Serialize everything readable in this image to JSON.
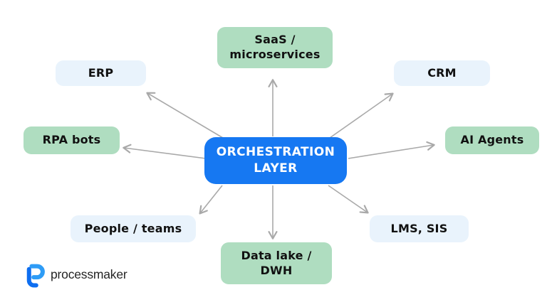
{
  "diagram": {
    "center_node": {
      "label": "ORCHESTRATION\nLAYER"
    },
    "nodes": {
      "saas": {
        "label": "SaaS /\nmicroservices",
        "style": "green"
      },
      "erp": {
        "label": "ERP",
        "style": "lightblue"
      },
      "crm": {
        "label": "CRM",
        "style": "lightblue"
      },
      "rpa": {
        "label": "RPA bots",
        "style": "green"
      },
      "ai": {
        "label": "AI Agents",
        "style": "green"
      },
      "people": {
        "label": "People / teams",
        "style": "lightblue"
      },
      "datalake": {
        "label": "Data lake /\nDWH",
        "style": "green"
      },
      "lms": {
        "label": "LMS, SIS",
        "style": "lightblue"
      }
    },
    "colors": {
      "center_bg": "#1678F2",
      "center_text": "#FFFFFF",
      "green_bg": "#AFDDC0",
      "lightblue_bg": "#E9F3FC",
      "node_text": "#111111",
      "arrow": "#A9A9A9"
    }
  },
  "logo": {
    "brand": "processmaker",
    "icon": "processmaker-p-icon",
    "icon_color_light": "#2E9CF6",
    "icon_color_dark": "#0E6EF0",
    "text_color": "#242424"
  }
}
